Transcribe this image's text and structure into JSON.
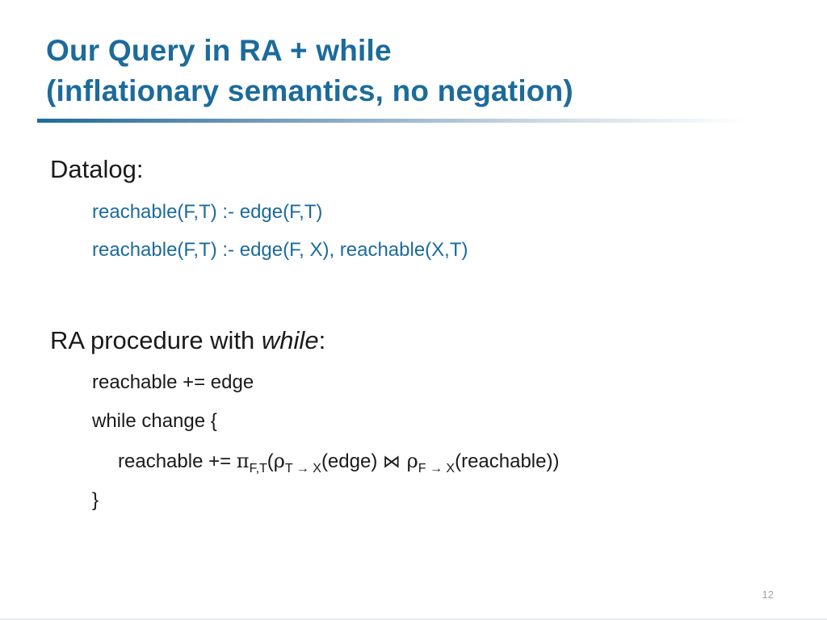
{
  "title": {
    "line1": "Our Query in RA + while",
    "line2": "(inflationary semantics, no negation)"
  },
  "datalog": {
    "heading": "Datalog:",
    "rules": [
      "reachable(F,T) :- edge(F,T)",
      "reachable(F,T) :- edge(F, X), reachable(X,T)"
    ]
  },
  "ra": {
    "heading_prefix": "RA procedure with ",
    "heading_emph": "while",
    "heading_suffix": ":",
    "init": "reachable += edge",
    "loop_open": "while change {",
    "assign": {
      "lhs": "reachable += ",
      "pi": "π",
      "pi_sub": "F,T",
      "open_paren": "(",
      "rho1": "ρ",
      "rho1_sub": "T → X",
      "edge": "(edge) ",
      "join": "⋈",
      "rho2": " ρ",
      "rho2_sub": "F → X",
      "reach": "(reachable))"
    },
    "loop_close": "}"
  },
  "page_number": "12",
  "colors": {
    "accent": "#1c6b9b",
    "text": "#1a1a1a"
  }
}
